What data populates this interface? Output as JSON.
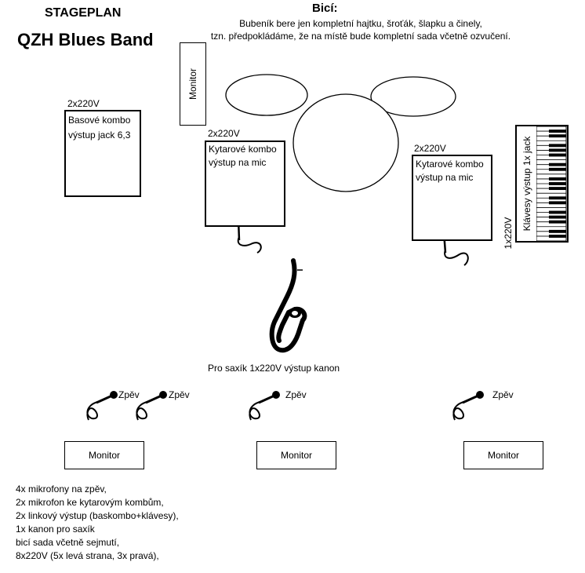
{
  "header": {
    "stageplan": "STAGEPLAN",
    "band": "QZH Blues Band"
  },
  "drums": {
    "title": "Bicí:",
    "note_line1": "Bubeník bere jen kompletní hajtku, šroťák, šlapku a činely,",
    "note_line2": "tzn. předpokládáme, že na místě bude kompletní sada včetně ozvučení."
  },
  "drum_monitor": {
    "label": "Monitor"
  },
  "bass": {
    "power": "2x220V",
    "line1": "Basové kombo",
    "line2": "výstup jack 6,3"
  },
  "guitar_left": {
    "power": "2x220V",
    "line1": "Kytarové kombo",
    "line2": "výstup na mic"
  },
  "guitar_right": {
    "power": "2x220V",
    "line1": "Kytarové kombo",
    "line2": "výstup na mic"
  },
  "keys": {
    "label": "Klávesy výstup 1x jack",
    "power": "1x220V"
  },
  "sax": {
    "label": "Pro saxík 1x220V výstup kanon"
  },
  "vocals": [
    {
      "label": "Zpěv"
    },
    {
      "label": "Zpěv"
    },
    {
      "label": "Zpěv"
    },
    {
      "label": "Zpěv"
    }
  ],
  "front_monitors": [
    {
      "label": "Monitor"
    },
    {
      "label": "Monitor"
    },
    {
      "label": "Monitor"
    }
  ],
  "requirements": [
    "4x mikrofony na zpěv,",
    "2x mikrofon ke kytarovým kombům,",
    "2x linkový výstup (baskombo+klávesy),",
    "1x kanon pro saxík",
    "bicí sada včetně sejmutí,",
    "8x220V (5x levá strana, 3x pravá),"
  ]
}
